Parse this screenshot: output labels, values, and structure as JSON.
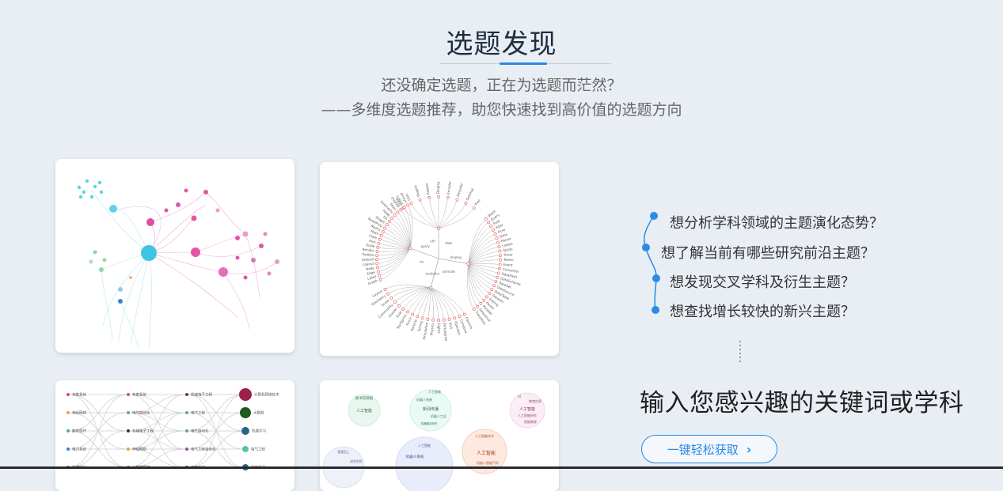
{
  "section": {
    "title": "选题发现",
    "subtitle_1": "还没确定选题，正在为选题而茫然？",
    "subtitle_2": "——多维度选题推荐，助您快速找到高价值的选题方向"
  },
  "questions": [
    "想分析学科领域的主题演化态势？",
    "想了解当前有哪些研究前沿主题？",
    "想发现交叉学科及衍生主题？",
    "想查找增长较快的新兴主题？"
  ],
  "keyword_prompt": "输入您感兴趣的关键词或学科",
  "action_button": {
    "label": "一键轻松获取",
    "icon": "chevron-right-icon"
  },
  "cards": {
    "network_graph": {
      "colors": {
        "cyan": "#3ec6e0",
        "pink": "#e057a8",
        "green": "#8fd6a0"
      }
    },
    "radial_tree": {
      "left_labels": [
        "Graph",
        "Label",
        "Edge",
        "Node",
        "Layout",
        "Legend",
        "Palette",
        "Render",
        "Scale",
        "Axis",
        "Flare",
        "Math",
        "Maths",
        "NodeProp",
        "Shape",
        "Fill",
        "Heap",
        "Geometry",
        "Filter",
        "Display",
        "Colors",
        "Arrays"
      ],
      "right_labels": [
        "Stack",
        "Query",
        "Fold",
        "Filter",
        "Flow",
        "Data",
        "Parser",
        "Labels",
        "Sprite",
        "Timer",
        "Tween",
        "Event",
        "Converter",
        "DataField",
        "DataSchema",
        "DataSet",
        "DataSource",
        "DataTable",
        "DataUtil",
        "Easing",
        "Pause",
        "Parallel",
        "Sequence",
        "Transition"
      ],
      "bottom_labels": [
        "FlareVis",
        "Combine",
        "Operator",
        "Sort",
        "DirtySprite",
        "Lights",
        "Physics",
        "Simulation",
        "Spring",
        "Particle",
        "Force",
        "TextSprite",
        "Eval",
        "Cluster",
        "Community",
        "Scale",
        "Geometry",
        "Layout"
      ],
      "top_labels": [
        "Stats",
        "Utils",
        "Shapes",
        "Palette",
        "Display",
        "Encoder",
        "Decoder",
        "Optimal",
        "Tree"
      ],
      "hub_labels": [
        "util",
        "data",
        "display",
        "animate",
        "analytics",
        "vis",
        "query"
      ]
    },
    "sankey": {
      "col1": [
        "专家系统",
        "神经网络",
        "数字医疗",
        "电力系统",
        "机器学习"
      ],
      "col2": [
        "专家系统",
        "电气自动化",
        "机械电子工程",
        "神经网络",
        "计算机网络"
      ],
      "col3": [
        "机械电子工程",
        "电气工程",
        "电气自动化",
        "电气工程自动化",
        "电气工程"
      ],
      "col4": [
        "计算机网络技术",
        "大数据",
        "机器学习",
        "电气工程",
        "深度学习"
      ]
    },
    "bubbles": {
      "b1": [
        "图书馆情报",
        "人工智能"
      ],
      "b2": [
        "人工智能",
        "机器人系统",
        "新闻传播",
        "机器人工业",
        "机器翻译研究"
      ],
      "b3": [
        "AI",
        "教育信息",
        "人工智能",
        "人工智能研究",
        "智能教育"
      ],
      "b4": [
        "人工智能",
        "机器人系统"
      ],
      "b5": [
        "人工智能技术",
        "人工智能",
        "机器人智能汽车"
      ],
      "b6": [
        "管理员工",
        "研究生院"
      ]
    }
  }
}
